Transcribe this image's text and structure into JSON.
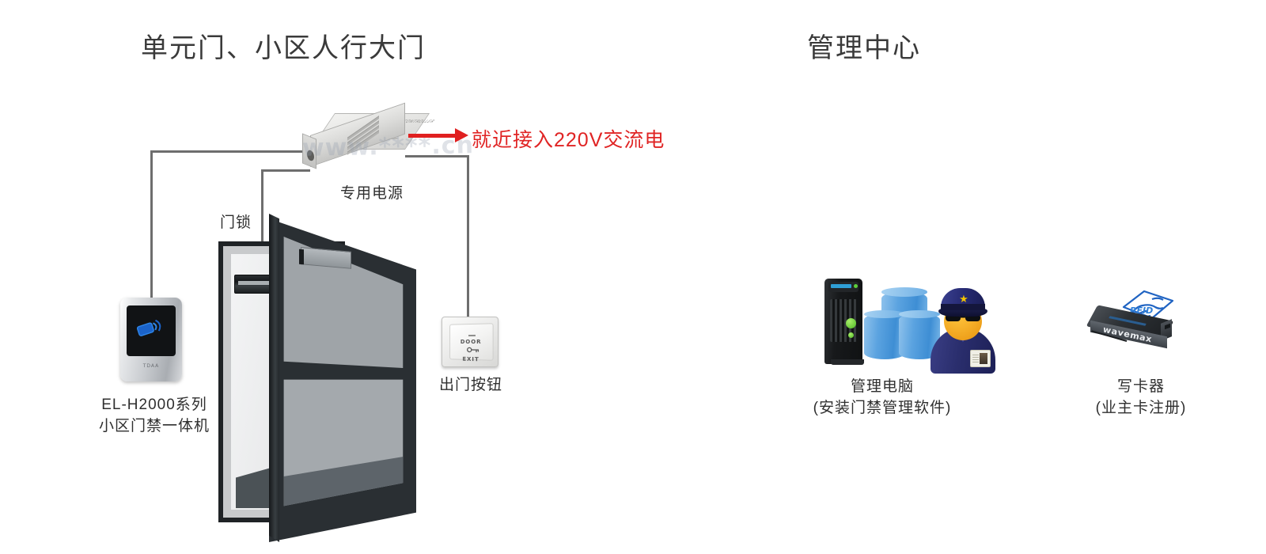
{
  "diagram": {
    "type": "system-wiring-diagram",
    "sections": [
      {
        "id": "left",
        "title": "单元门、小区人行大门"
      },
      {
        "id": "right",
        "title": "管理中心"
      }
    ],
    "devices": [
      {
        "id": "power-supply",
        "label": "专用电源",
        "silk_text": "POWER SUPPLY CONTROLLER",
        "icon": "power-supply-box"
      },
      {
        "id": "door-lock",
        "label": "门锁",
        "icon": "magnetic-lock"
      },
      {
        "id": "reader",
        "label_line1": "EL-H2000系列",
        "label_line2": "小区门禁一体机",
        "logo": "TDAA",
        "icon": "card-reader"
      },
      {
        "id": "exit-button",
        "label": "出门按钮",
        "text_top": "DOOR",
        "text_bottom": "EXIT",
        "icon": "door-exit-button"
      },
      {
        "id": "management-pc",
        "label_line1": "管理电脑",
        "label_line2": "(安装门禁管理软件)",
        "icon": "server-database-guard"
      },
      {
        "id": "card-writer",
        "label_line1": "写卡器",
        "label_line2": "(业主卡注册)",
        "brand": "wavemax",
        "icon": "card-writer"
      }
    ],
    "annotations": [
      {
        "id": "mains-power",
        "text": "就近接入220V交流电",
        "color": "#e02424",
        "arrow": "right"
      }
    ],
    "watermark": "www.****.cn",
    "colors": {
      "wire": "#6e6e6e",
      "annotation_red": "#e02424",
      "title": "#3a3a3a",
      "caption": "#2f2f2f",
      "door_frame": "#1f2326",
      "glass": "#a4a9ad",
      "database_blue": "#3e8ed4",
      "led_green": "#4db924",
      "reader_screen": "#111315"
    }
  }
}
